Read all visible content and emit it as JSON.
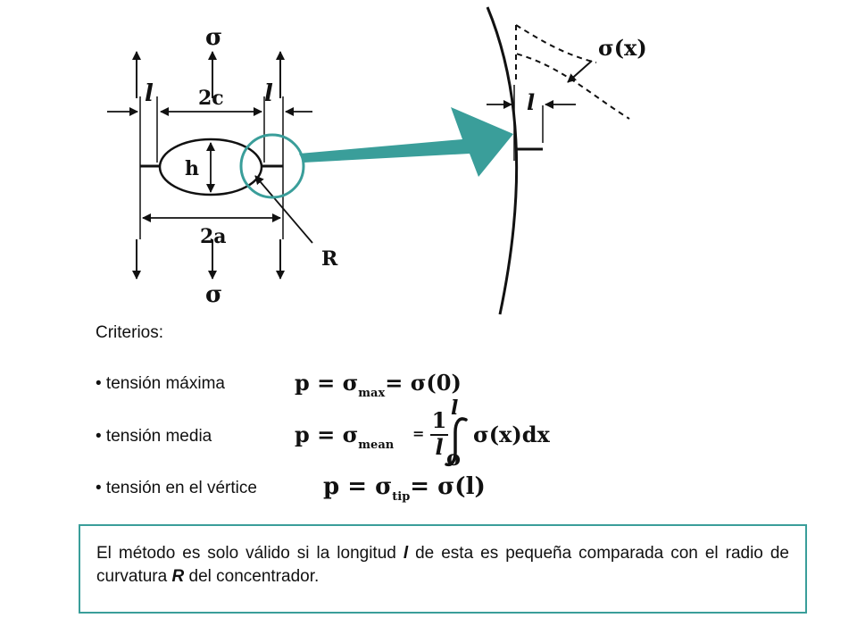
{
  "diagram": {
    "sigma_top": "σ",
    "sigma_bottom": "σ",
    "l_left": "l",
    "l_right": "l",
    "two_c": "2c",
    "h": "h",
    "two_a": "2a",
    "r": "R",
    "sigma_x": "σ(x)",
    "l_zoom": "l"
  },
  "criteria": {
    "title": "Criterios:",
    "items": [
      {
        "label": "• tensión máxima",
        "formula_pre": "p = σ",
        "formula_sub": "max",
        "formula_post": "= σ(0)"
      },
      {
        "label": "• tensión media",
        "formula_pre": "p = σ",
        "formula_sub": "mean",
        "formula_frac_num": "1",
        "formula_frac_den": "l",
        "integral_upper": "l",
        "integral_lower": "o",
        "formula_post": "σ(x)dx"
      },
      {
        "label": "• tensión en el vértice",
        "formula_pre": "p = σ",
        "formula_sub": "tip",
        "formula_post": "= σ(l)"
      }
    ]
  },
  "note": {
    "text_1": "El método es solo válido si la longitud ",
    "l": "l",
    "text_2": " de esta es pequeña comparada con el radio de curvatura ",
    "r": "R",
    "text_3": " del concentrador."
  },
  "colors": {
    "accent": "#3a9e9a",
    "ink": "#111111"
  }
}
